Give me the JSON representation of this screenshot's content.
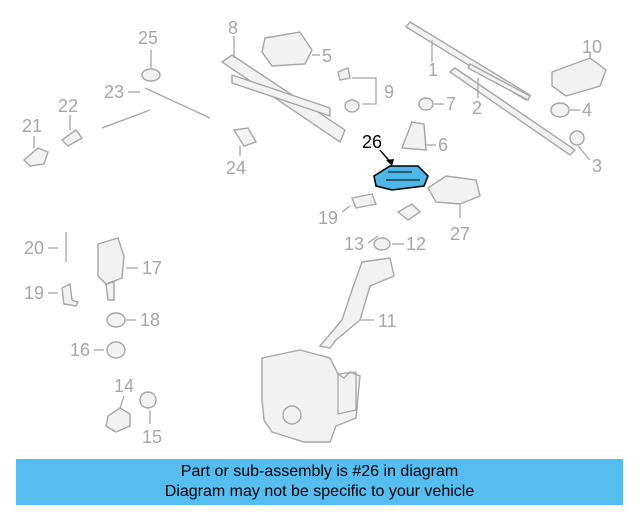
{
  "diagram": {
    "highlighted_part": "26",
    "callouts": [
      "1",
      "2",
      "3",
      "4",
      "5",
      "6",
      "7",
      "8",
      "9",
      "10",
      "11",
      "12",
      "13",
      "14",
      "15",
      "16",
      "17",
      "18",
      "19",
      "19",
      "20",
      "21",
      "22",
      "23",
      "24",
      "25",
      "26",
      "27"
    ]
  },
  "banner": {
    "line1": "Part or sub-assembly is #26 in diagram",
    "line2": "Diagram may not be specific to your vehicle"
  },
  "colors": {
    "banner": "#55bdf0",
    "highlight": "#4fb7e6",
    "line_art": "#a6a6a6"
  }
}
